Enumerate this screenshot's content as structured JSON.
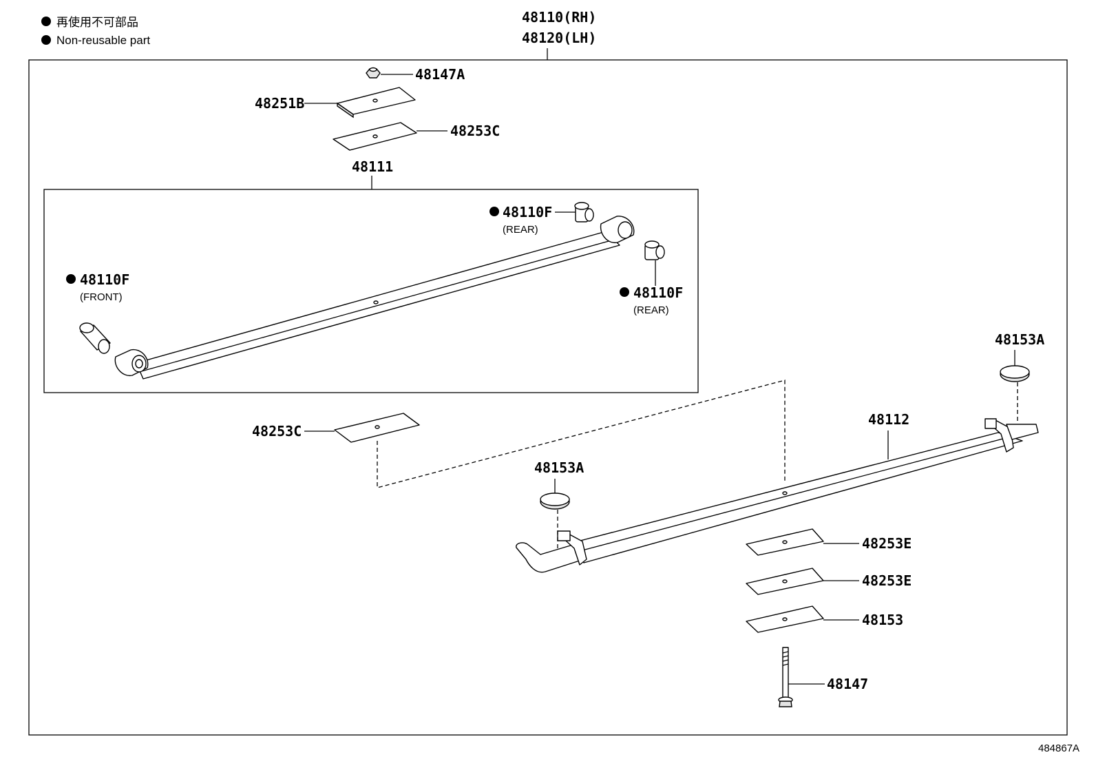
{
  "legend": {
    "line1": "再使用不可部品",
    "line2": "Non-reusable part"
  },
  "assembly": {
    "rh": "48110(RH)",
    "lh": "48120(LH)"
  },
  "parts": {
    "nut": "48147A",
    "plate_top": "48251B",
    "spacer_top": "48253C",
    "main_leaf": "48111",
    "bushing_rear_top": "48110F",
    "bushing_rear_top_note": "(REAR)",
    "bushing_front": "48110F",
    "bushing_front_note": "(FRONT)",
    "bushing_rear_right": "48110F",
    "bushing_rear_right_note": "(REAR)",
    "spacer_mid": "48253C",
    "second_leaf": "48112",
    "bumper_right": "48153A",
    "bumper_left": "48153A",
    "spacer_e1": "48253E",
    "spacer_e2": "48253E",
    "spacer_bottom": "48153",
    "bolt": "48147"
  },
  "figure_id": "484867A"
}
